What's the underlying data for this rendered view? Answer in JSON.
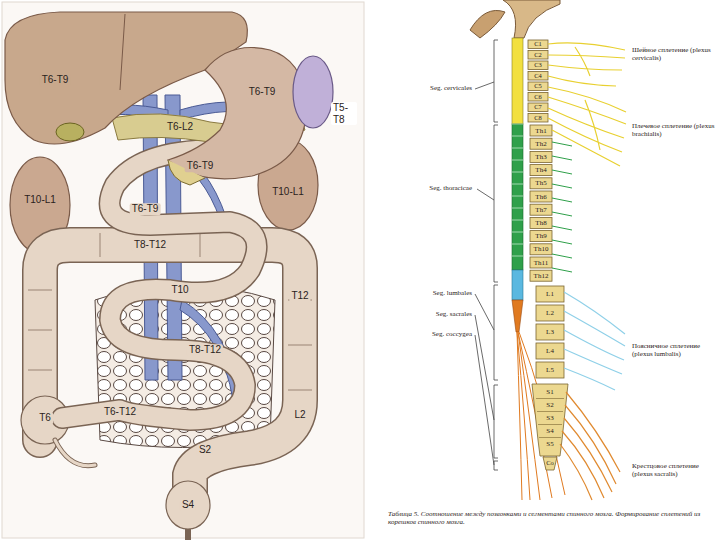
{
  "diagram": {
    "caption": "Таблица 5. Соотношение между позвонками и сегментами спинного мозга. Формирование сплетений из корешков спинного мозга.",
    "labels": [
      "T6-T9",
      "T6-T9",
      "T6-L2",
      "T5- T8",
      "T6-T9",
      "T10-L1",
      "T10-L1",
      "T6-T9",
      "T8-T12",
      "T10",
      "T12",
      "T8-T12",
      "T6",
      "T6-T12",
      "L2",
      "S2",
      "S4",
      "Seg. cervicales",
      "Seg. thoracicae",
      "Seg. lumbales",
      "Seg. sacrales",
      "Seg. coccygea",
      "Шейное сплетение (plexus cervicalis)",
      "Плечевое сплетение (plexus brachialis)",
      "Поясничное сплетение (plexus lumbalis)",
      "Крестцовое сплетение (plexus sacralis)",
      "C1",
      "C2",
      "C3",
      "C4",
      "C5",
      "C6",
      "C7",
      "C8",
      "Th1",
      "Th2",
      "Th3",
      "Th4",
      "Th5",
      "Th6",
      "Th7",
      "Th8",
      "Th9",
      "Th10",
      "Th11",
      "Th12",
      "L1",
      "L2",
      "L3",
      "L4",
      "L5",
      "S1",
      "S2",
      "S3",
      "S4",
      "S5",
      "Co"
    ]
  }
}
